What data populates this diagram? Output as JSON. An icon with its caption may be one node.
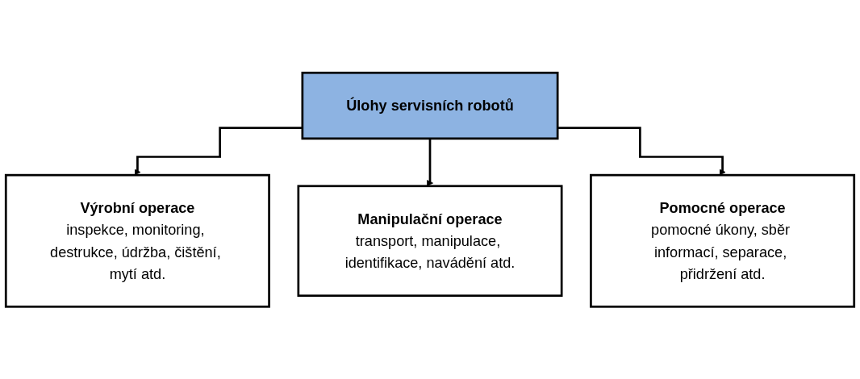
{
  "diagram": {
    "nodes": [
      {
        "text": [
          "Úlohy servisních robotů"
        ]
      },
      {
        "text": [
          "Výrobní operace",
          "inspekce, monitoring, destrukce, údržba, čištění, mytí atd."
        ]
      },
      {
        "text": [
          "Manipulační operace",
          "transport, manipulace, identifikace, navádění atd."
        ]
      },
      {
        "text": [
          "Pomocné operace",
          "pomocné úkony, sběr informací, separace, přidržení atd."
        ]
      }
    ],
    "edges": [
      {
        "from": 0,
        "to": 1,
        "arrow": "to"
      },
      {
        "from": 0,
        "to": 2,
        "arrow": "to"
      },
      {
        "from": 0,
        "to": 3,
        "arrow": "to"
      }
    ]
  }
}
